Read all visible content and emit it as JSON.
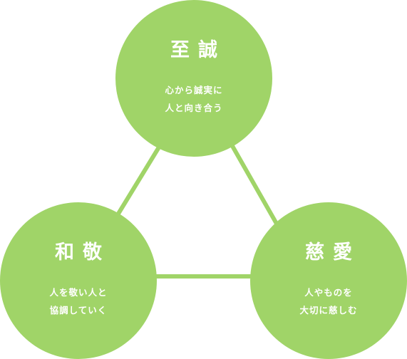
{
  "colors": {
    "circle_fill": "#a0d468",
    "connector": "#a0d468",
    "text": "#ffffff"
  },
  "nodes": {
    "top": {
      "title": "至誠",
      "desc_line1": "心から誠実に",
      "desc_line2": "人と向き合う"
    },
    "left": {
      "title": "和敬",
      "desc_line1": "人を敬い人と",
      "desc_line2": "協調していく"
    },
    "right": {
      "title": "慈愛",
      "desc_line1": "人やものを",
      "desc_line2": "大切に慈しむ"
    }
  }
}
